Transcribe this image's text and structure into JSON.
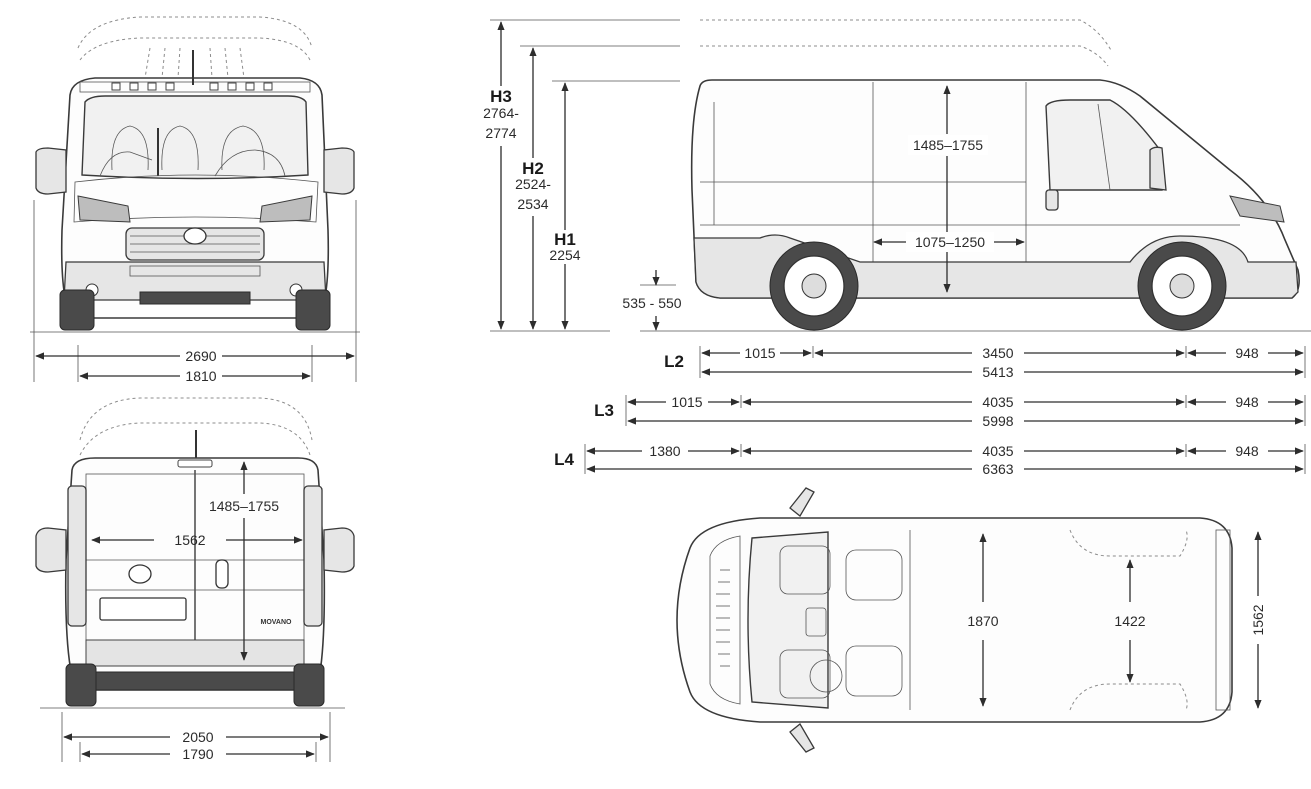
{
  "front_view": {
    "overall_width": "2690",
    "track_width": "1810"
  },
  "rear_view": {
    "overall_width": "2050",
    "track_width": "1790",
    "cargo_width": "1562",
    "door_height": "1485–1755",
    "badge": "MOVANO"
  },
  "side_view": {
    "heights": [
      {
        "label": "H3",
        "value_line1": "2764-",
        "value_line2": "2774"
      },
      {
        "label": "H2",
        "value_line1": "2524-",
        "value_line2": "2534"
      },
      {
        "label": "H1",
        "value_line1": "2254",
        "value_line2": ""
      }
    ],
    "load_sill": "535 - 550",
    "interior_height": "1485–1755",
    "side_door_width": "1075–1250"
  },
  "lengths": [
    {
      "label": "L2",
      "front": "1015",
      "wheelbase": "3450",
      "rear": "948",
      "total": "5413"
    },
    {
      "label": "L3",
      "front": "1015",
      "wheelbase": "4035",
      "rear": "948",
      "total": "5998"
    },
    {
      "label": "L4",
      "front": "1380",
      "wheelbase": "4035",
      "rear": "948",
      "total": "6363"
    }
  ],
  "top_view": {
    "interior_width": "1870",
    "between_arches": "1422",
    "body_width": "1562"
  }
}
